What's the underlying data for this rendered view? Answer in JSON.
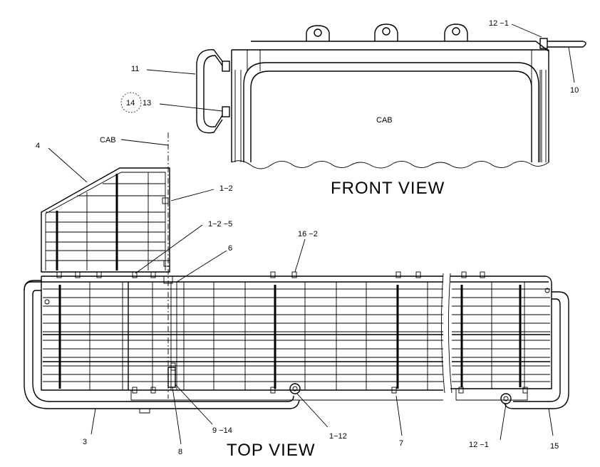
{
  "view_titles": {
    "front": "FRONT VIEW",
    "top": "TOP VIEW"
  },
  "cab_labels": {
    "front": "CAB",
    "top": "CAB"
  },
  "callouts": {
    "c_12_1_top": "12 −1",
    "c_10": "10",
    "c_11": "11",
    "c_14": "14",
    "c_13": "13",
    "c_4": "4",
    "c_1_2": "1−2",
    "c_1_2_5": "1−2 −5",
    "c_6": "6",
    "c_16_2": "16 −2",
    "c_3": "3",
    "c_8": "8",
    "c_9_14": "9 −14",
    "c_1_12": "1−12",
    "c_7": "7",
    "c_12_1_bottom": "12 −1",
    "c_15": "15"
  }
}
